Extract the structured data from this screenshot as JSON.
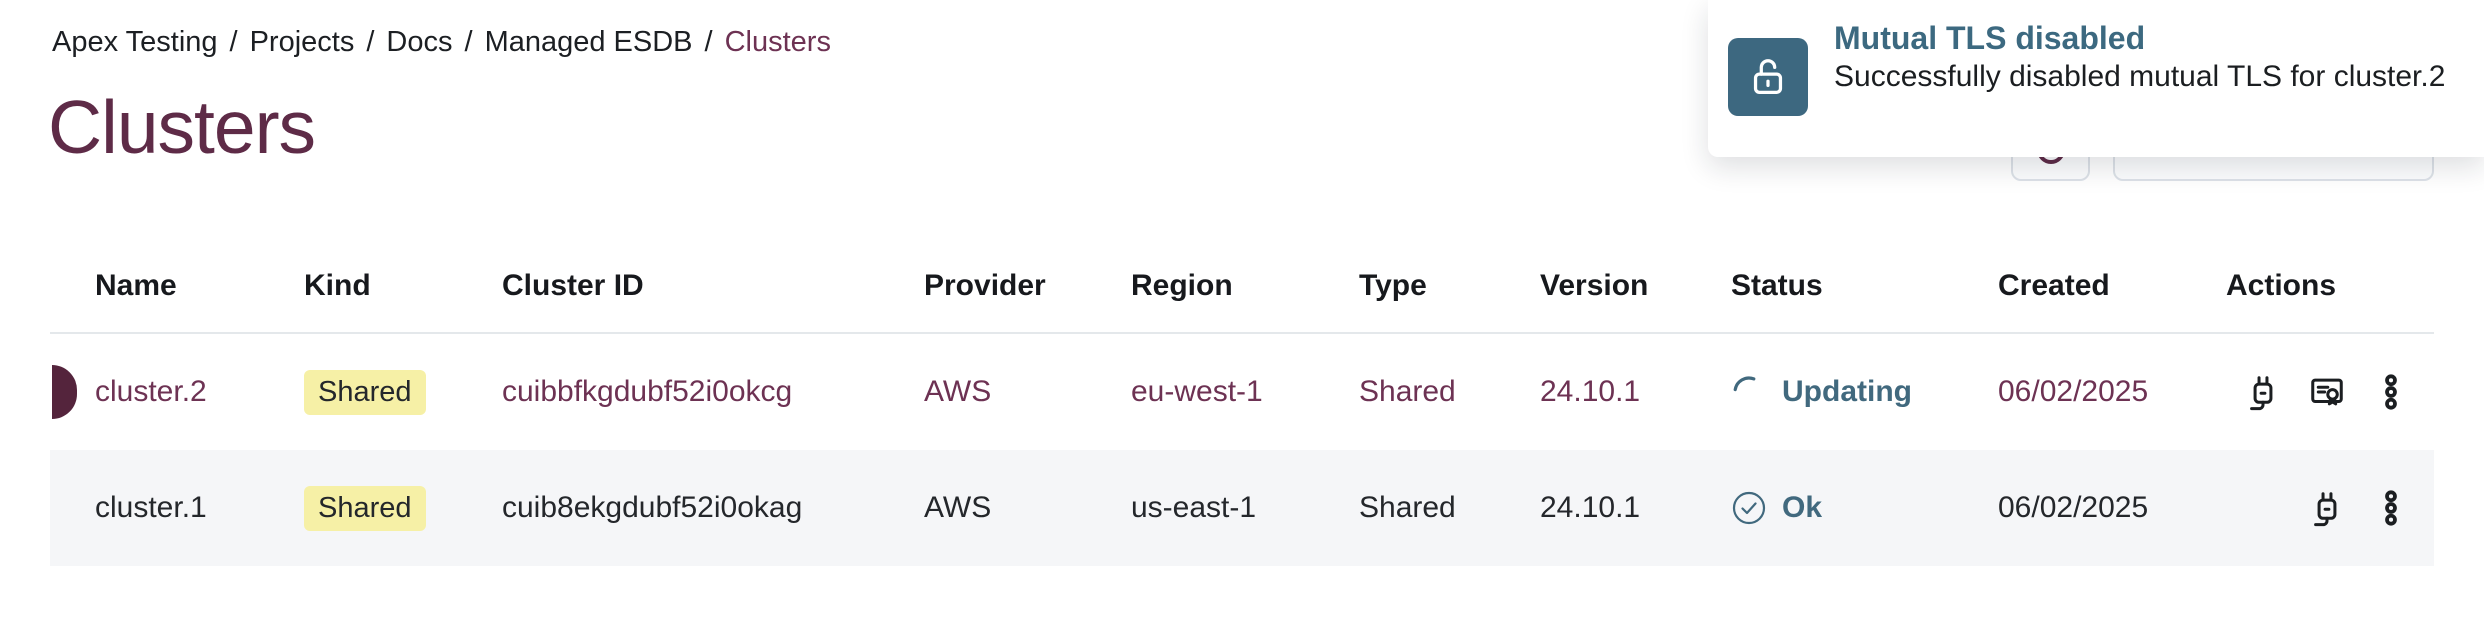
{
  "colors": {
    "maroon_title": "#5e2b47",
    "maroon_text": "#6d3253",
    "maroon_marker": "#54243c",
    "teal_icon_bg": "#3d6880",
    "teal_text": "#41697e",
    "badge_yellow_bg": "#f6f0a6",
    "dark_text": "#24272b",
    "row_alt_bg": "#f5f6f8"
  },
  "breadcrumb": {
    "separator": "/",
    "items": [
      {
        "label": "Apex Testing"
      },
      {
        "label": "Projects"
      },
      {
        "label": "Docs"
      },
      {
        "label": "Managed ESDB"
      },
      {
        "label": "Clusters"
      }
    ]
  },
  "page": {
    "title": "Clusters"
  },
  "toast": {
    "title": "Mutual TLS disabled",
    "message": "Successfully disabled mutual TLS for cluster.2",
    "icon": "unlock-icon"
  },
  "toolbar": {
    "refresh_button_icon": "refresh-icon",
    "dropdown_button_icon": "chevron-down-icon"
  },
  "table": {
    "columns": [
      "Name",
      "Kind",
      "Cluster ID",
      "Provider",
      "Region",
      "Type",
      "Version",
      "Status",
      "Created",
      "Actions"
    ],
    "rows": [
      {
        "name": "cluster.2",
        "kind": "Shared",
        "cluster_id": "cuibbfkgdubf52i0okcg",
        "provider": "AWS",
        "region": "eu-west-1",
        "type": "Shared",
        "version": "24.10.1",
        "status": "Updating",
        "status_state": "updating",
        "created": "06/02/2025",
        "actions": [
          "connect-icon",
          "certificate-icon",
          "kebab-menu-icon"
        ],
        "active": true
      },
      {
        "name": "cluster.1",
        "kind": "Shared",
        "cluster_id": "cuib8ekgdubf52i0okag",
        "provider": "AWS",
        "region": "us-east-1",
        "type": "Shared",
        "version": "24.10.1",
        "status": "Ok",
        "status_state": "ok",
        "created": "06/02/2025",
        "actions": [
          "connect-icon",
          "kebab-menu-icon"
        ],
        "active": false
      }
    ]
  }
}
